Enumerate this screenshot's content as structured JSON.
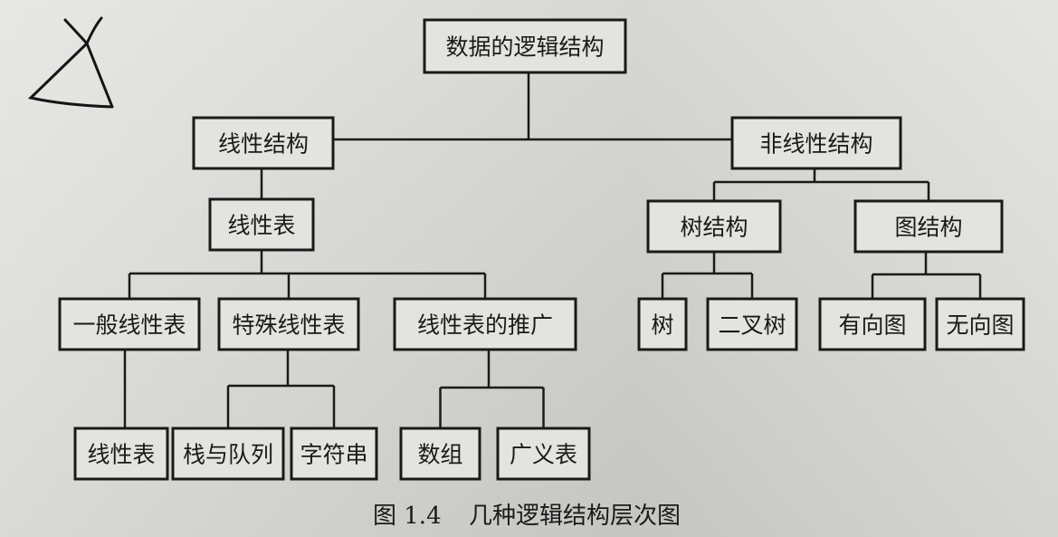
{
  "diagram": {
    "nodes": [
      {
        "id": "root",
        "label": "数据的逻辑结构"
      },
      {
        "id": "linear",
        "label": "线性结构"
      },
      {
        "id": "nonlinear",
        "label": "非线性结构"
      },
      {
        "id": "linear_list",
        "label": "线性表"
      },
      {
        "id": "general_list",
        "label": "一般线性表"
      },
      {
        "id": "special_list",
        "label": "特殊线性表"
      },
      {
        "id": "list_ext",
        "label": "线性表的推广"
      },
      {
        "id": "general_list_leaf",
        "label": "线性表"
      },
      {
        "id": "stack_queue",
        "label": "栈与队列"
      },
      {
        "id": "string",
        "label": "字符串"
      },
      {
        "id": "array",
        "label": "数组"
      },
      {
        "id": "gen_list",
        "label": "广义表"
      },
      {
        "id": "tree_struct",
        "label": "树结构"
      },
      {
        "id": "graph_struct",
        "label": "图结构"
      },
      {
        "id": "tree",
        "label": "树"
      },
      {
        "id": "binary_tree",
        "label": "二叉树"
      },
      {
        "id": "directed",
        "label": "有向图"
      },
      {
        "id": "undirected",
        "label": "无向图"
      }
    ],
    "edges": [
      [
        "root",
        "linear"
      ],
      [
        "root",
        "nonlinear"
      ],
      [
        "linear",
        "linear_list"
      ],
      [
        "linear_list",
        "general_list"
      ],
      [
        "linear_list",
        "special_list"
      ],
      [
        "linear_list",
        "list_ext"
      ],
      [
        "general_list",
        "general_list_leaf"
      ],
      [
        "special_list",
        "stack_queue"
      ],
      [
        "special_list",
        "string"
      ],
      [
        "list_ext",
        "array"
      ],
      [
        "list_ext",
        "gen_list"
      ],
      [
        "nonlinear",
        "tree_struct"
      ],
      [
        "nonlinear",
        "graph_struct"
      ],
      [
        "tree_struct",
        "tree"
      ],
      [
        "tree_struct",
        "binary_tree"
      ],
      [
        "graph_struct",
        "directed"
      ],
      [
        "graph_struct",
        "undirected"
      ]
    ]
  },
  "caption": {
    "number": "图 1.4",
    "title": "几种逻辑结构层次图"
  }
}
